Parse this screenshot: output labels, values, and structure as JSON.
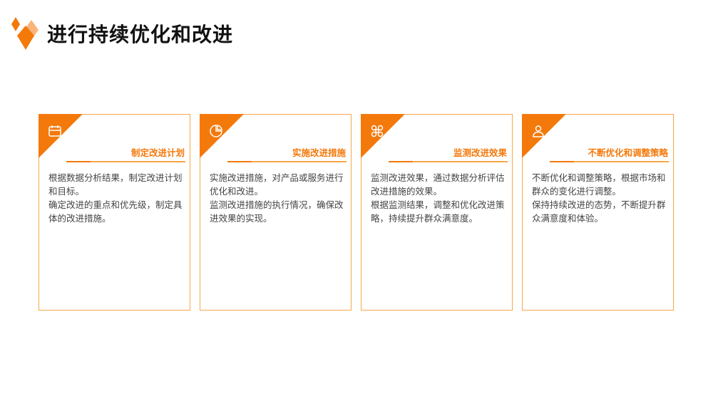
{
  "page": {
    "title": "进行持续优化和改进"
  },
  "colors": {
    "accent": "#F4790B",
    "accent_light": "#F7A74A",
    "title_text": "#111111",
    "body_text": "#444444"
  },
  "cards": [
    {
      "icon": "calendar-icon",
      "title": "制定改进计划",
      "paragraphs": [
        "根据数据分析结果，制定改进计划和目标。",
        "确定改进的重点和优先级，制定具体的改进措施。"
      ]
    },
    {
      "icon": "pie-chart-icon",
      "title": "实施改进措施",
      "paragraphs": [
        "实施改进措施，对产品或服务进行优化和改进。",
        "监测改进措施的执行情况，确保改进效果的实现。"
      ]
    },
    {
      "icon": "command-icon",
      "title": "监测改进效果",
      "paragraphs": [
        "监测改进效果，通过数据分析评估改进措施的效果。",
        "根据监测结果，调整和优化改进策略，持续提升群众满意度。"
      ]
    },
    {
      "icon": "user-icon",
      "title": "不断优化和调整策略",
      "paragraphs": [
        "不断优化和调整策略，根据市场和群众的变化进行调整。",
        "保持持续改进的态势，不断提升群众满意度和体验。"
      ]
    }
  ]
}
